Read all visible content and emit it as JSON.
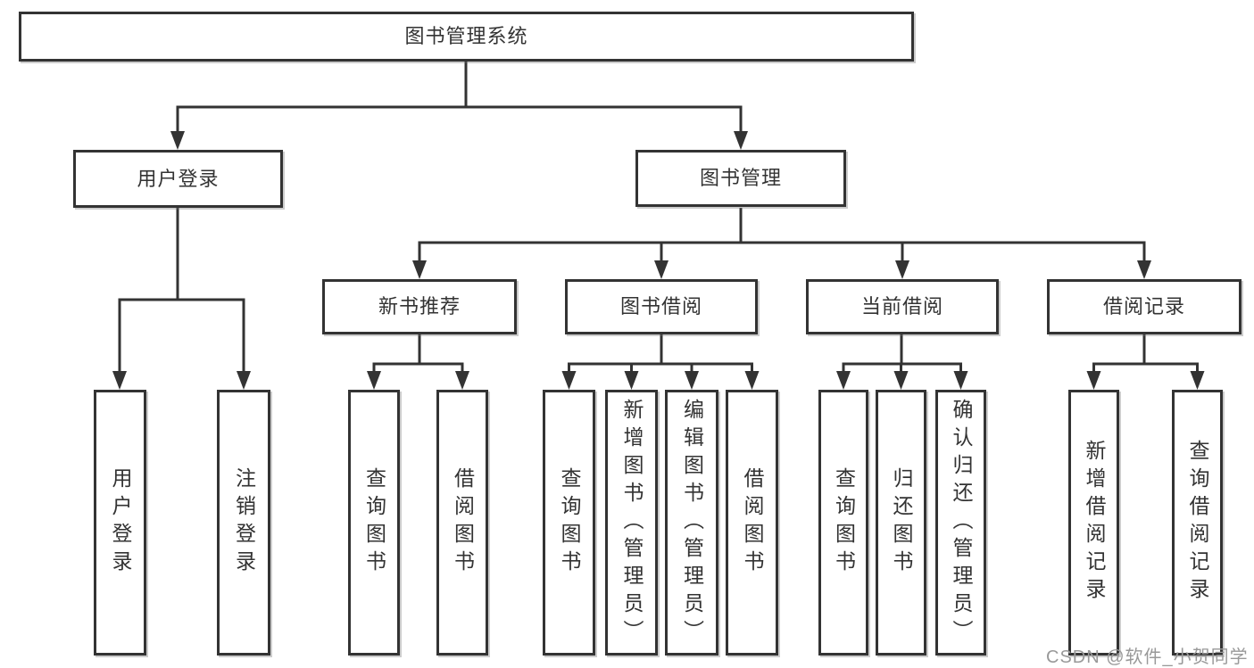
{
  "diagram": {
    "title": "图书管理系统",
    "nodes": {
      "root": "图书管理系统",
      "user_login_menu": "用户登录",
      "book_management": "图书管理",
      "user_login": "用户登录",
      "logout": "注销登录",
      "new_book_recommend": "新书推荐",
      "book_borrow": "图书借阅",
      "current_borrow": "当前借阅",
      "borrow_records": "借阅记录",
      "rec_query_books": "查询图书",
      "rec_borrow_books": "借阅图书",
      "bb_query_books": "查询图书",
      "bb_add_books": "新增图书（管理员）",
      "bb_edit_books": "编辑图书（管理员）",
      "bb_borrow_books": "借阅图书",
      "cb_query_books": "查询图书",
      "cb_return_books": "归还图书",
      "cb_confirm_return": "确认归还（管理员）",
      "br_add_record": "新增借阅记录",
      "br_query_record": "查询借阅记录"
    },
    "hierarchy": {
      "图书管理系统": {
        "用户登录": [
          "用户登录",
          "注销登录"
        ],
        "图书管理": {
          "新书推荐": [
            "查询图书",
            "借阅图书"
          ],
          "图书借阅": [
            "查询图书",
            "新增图书（管理员）",
            "编辑图书（管理员）",
            "借阅图书"
          ],
          "当前借阅": [
            "查询图书",
            "归还图书",
            "确认归还（管理员）"
          ],
          "借阅记录": [
            "新增借阅记录",
            "查询借阅记录"
          ]
        }
      }
    },
    "colors": {
      "line": "#333333",
      "text": "#333333",
      "background": "#ffffff",
      "watermark": "#999999"
    }
  },
  "watermark": {
    "text": "CSDN @软件_小贺同学"
  }
}
